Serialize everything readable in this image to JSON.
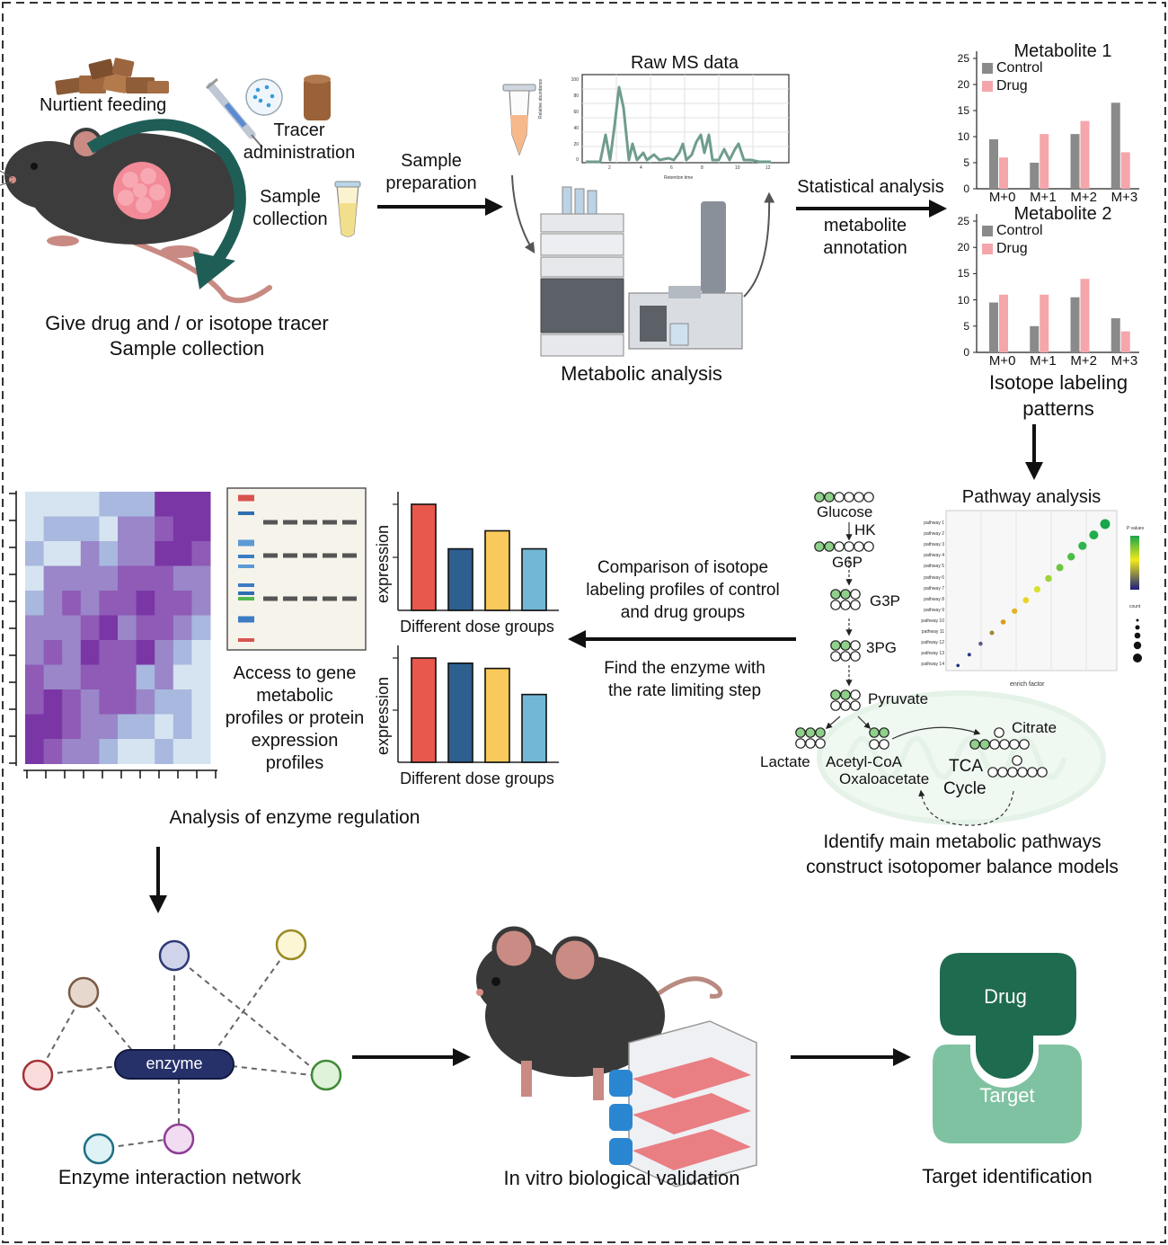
{
  "steps": {
    "feeding": "Nurtient feeding",
    "tracer_line1": "Tracer",
    "tracer_line2": "administration",
    "sample_line1": "Sample",
    "sample_line2": "collection",
    "give_drug_line1": "Give drug and / or isotope tracer",
    "give_drug_line2": "Sample collection",
    "prep_line1": "Sample",
    "prep_line2": "preparation",
    "metabolic_analysis": "Metabolic analysis",
    "statistical_analysis": "Statistical analysis",
    "annotation_line1": "metabolite",
    "annotation_line2": "annotation",
    "isotope_line1": "Isotope labeling",
    "isotope_line2": "patterns",
    "comparison_line1": "Comparison of isotope",
    "comparison_line2": "labeling profiles of control",
    "comparison_line3": "and drug groups",
    "find_line1": "Find the enzyme with",
    "find_line2": "the rate limiting step",
    "identify_line1": "Identify main metabolic pathways",
    "identify_line2": "construct isotopomer balance models",
    "access_line1": "Access to gene",
    "access_line2": "metabolic",
    "access_line3": "profiles or protein",
    "access_line4": "expression",
    "access_line5": "profiles",
    "enzyme_regulation": "Analysis of enzyme regulation",
    "network_title": "Enzyme interaction network",
    "in_vitro": "In vitro biological validation",
    "target_identification": "Target identification"
  },
  "ms": {
    "title": "Raw MS data",
    "ylabel": "Relative abundance",
    "xlabel": "Retention time",
    "yticks": [
      "100",
      "80",
      "60",
      "40",
      "20",
      "0"
    ],
    "xticks": [
      "2",
      "4",
      "6",
      "8",
      "10",
      "12"
    ]
  },
  "pathway_plot": {
    "title": "Pathway analysis",
    "xlabel": "enrich factor",
    "legend_p": "P values",
    "legend_count": "count",
    "pathways": [
      "pathway 1",
      "pathway 2",
      "pathway 3",
      "pathway 4",
      "pathway 5",
      "pathway 6",
      "pathway 7",
      "pathway 8",
      "pathway 9",
      "pathway 10",
      "pathway 11",
      "pathway 12",
      "pathway 13",
      "pathway 14"
    ]
  },
  "metabolism": {
    "glucose": "Glucose",
    "hk": "HK",
    "g6p": "G6P",
    "g3p": "G3P",
    "pg3": "3PG",
    "pyruvate": "Pyruvate",
    "lactate": "Lactate",
    "acetyl": "Acetyl-CoA",
    "citrate": "Citrate",
    "oxaloacetate": "Oxaloacetate",
    "tca": "TCA",
    "cycle": "Cycle"
  },
  "network": {
    "center": "enzyme"
  },
  "target": {
    "drug": "Drug",
    "target": "Target"
  },
  "colors": {
    "control": "#8a8a8a",
    "drug": "#f4a6aa",
    "dark_green": "#1f6b4f",
    "light_green": "#7fc2a1",
    "enzyme_fill": "#26316a",
    "bar_red": "#e8584c",
    "bar_blue": "#2d5f8f",
    "bar_yellow": "#f9c95b",
    "bar_cyan": "#72b8d6"
  },
  "chart_data": [
    {
      "type": "bar",
      "title": "Metabolite 1",
      "categories": [
        "M+0",
        "M+1",
        "M+2",
        "M+3"
      ],
      "series": [
        {
          "name": "Control",
          "values": [
            9.5,
            5,
            10.5,
            16.5
          ]
        },
        {
          "name": "Drug",
          "values": [
            6,
            10.5,
            13,
            7
          ]
        }
      ],
      "yticks": [
        "0",
        "5",
        "10",
        "15",
        "20",
        "25"
      ],
      "ylim": [
        0,
        25
      ],
      "legend": "top-left"
    },
    {
      "type": "bar",
      "title": "Metabolite 2",
      "categories": [
        "M+0",
        "M+1",
        "M+2",
        "M+3"
      ],
      "series": [
        {
          "name": "Control",
          "values": [
            9.5,
            5,
            10.5,
            6.5
          ]
        },
        {
          "name": "Drug",
          "values": [
            11,
            11,
            14,
            4
          ]
        }
      ],
      "yticks": [
        "0",
        "5",
        "10",
        "15",
        "20",
        "25"
      ],
      "ylim": [
        0,
        25
      ],
      "legend": "top-left"
    },
    {
      "type": "bar",
      "title": "",
      "xlabel": "Different dose groups",
      "ylabel": "expression",
      "categories": [
        "",
        "",
        "",
        ""
      ],
      "values": [
        100,
        58,
        75,
        58
      ],
      "ylim": [
        0,
        100
      ]
    },
    {
      "type": "bar",
      "title": "",
      "xlabel": "Different dose groups",
      "ylabel": "expression",
      "categories": [
        "",
        "",
        "",
        ""
      ],
      "values": [
        100,
        95,
        90,
        65
      ],
      "ylim": [
        0,
        100
      ]
    }
  ]
}
